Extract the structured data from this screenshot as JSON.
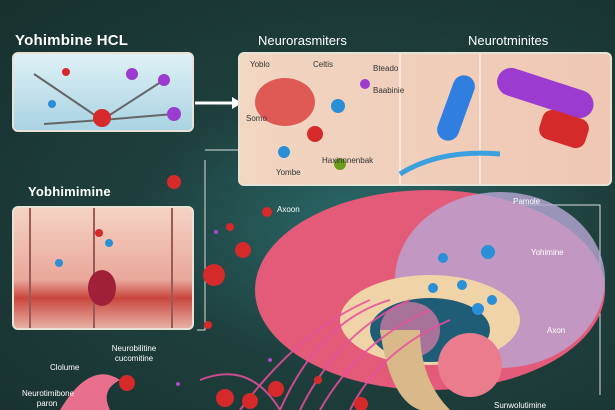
{
  "top_left": {
    "title": "Yohimbine HCL"
  },
  "top_right": {
    "title_left": "Neurorasmiters",
    "title_right": "Neurotminites",
    "labels": [
      "Yoblo",
      "Celtis",
      "Bteado",
      "Baabinie",
      "Somo",
      "Yombe",
      "Haxinnnenbak"
    ]
  },
  "mid_left": {
    "title": "Yobhimimine"
  },
  "brain": {
    "labels": {
      "axoon": "Axoon",
      "pamole": "Pamole",
      "yohimine": "Yohimine",
      "axon": "Axon",
      "neuro_cuco": "Neurobilitine cucomitine",
      "clolume": "Clolume",
      "neuro_paron": "Neurotimibone paron",
      "sunwo": "Sunwolutimine"
    }
  },
  "colors": {
    "background": "#1e3f3d",
    "molecule_red": "#d62a2a",
    "molecule_blue": "#2a8fd6",
    "molecule_purple": "#9b3bd0",
    "brain_pink": "#e86a8a"
  }
}
